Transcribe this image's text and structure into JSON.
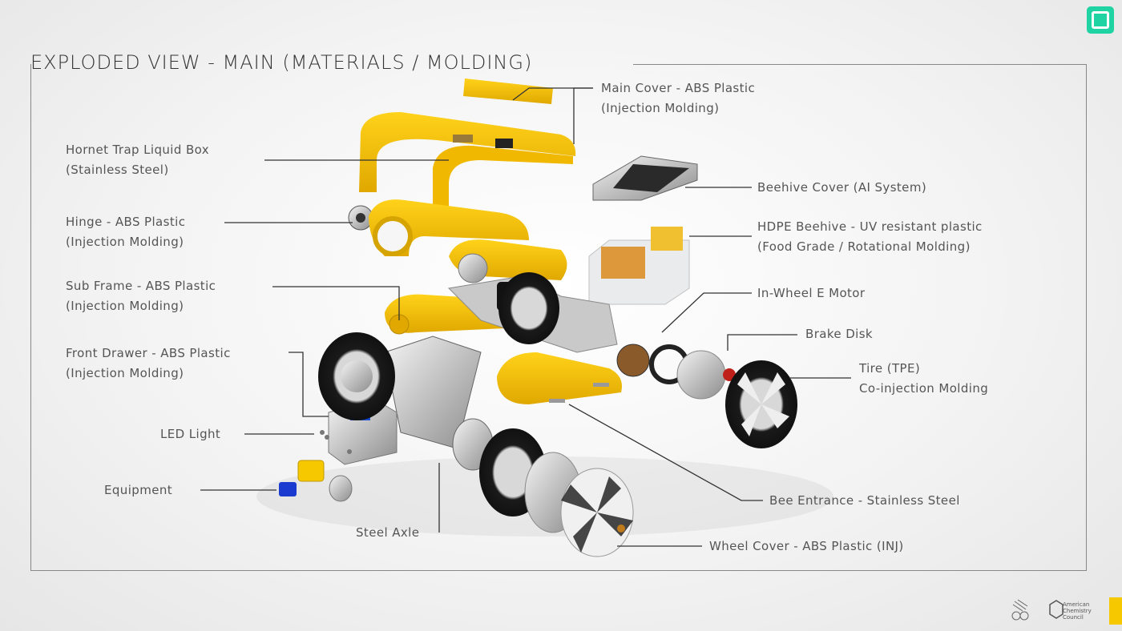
{
  "title": "EXPLODED VIEW - MAIN (MATERIALS / MOLDING)",
  "colors": {
    "accent": "#f5c800",
    "brand": "#1fd3a2",
    "line": "#333333"
  },
  "labels": {
    "main_cover_1": "Main Cover - ABS Plastic",
    "main_cover_2": "(Injection Molding)",
    "hornet_1": "Hornet Trap Liquid Box",
    "hornet_2": "(Stainless Steel)",
    "beehive_cover": "Beehive Cover (AI System)",
    "hdpe_1": "HDPE Beehive -  UV resistant plastic",
    "hdpe_2": "(Food Grade / Rotational Molding)",
    "hinge_1": "Hinge - ABS Plastic",
    "hinge_2": "(Injection Molding)",
    "subframe_1": "Sub Frame - ABS Plastic",
    "subframe_2": "(Injection Molding)",
    "motor": "In-Wheel E Motor",
    "brake": "Brake Disk",
    "drawer_1": "Front Drawer - ABS Plastic",
    "drawer_2": "(Injection Molding)",
    "tire_1": "Tire (TPE)",
    "tire_2": "Co-injection Molding",
    "led": "LED Light",
    "equipment": "Equipment",
    "bee_entrance": "Bee Entrance - Stainless Steel",
    "steel_axle": "Steel Axle",
    "wheel_cover": "Wheel Cover - ABS Plastic (INJ)"
  },
  "footer": {
    "acc_1": "American",
    "acc_2": "Chemistry",
    "acc_3": "Council"
  }
}
